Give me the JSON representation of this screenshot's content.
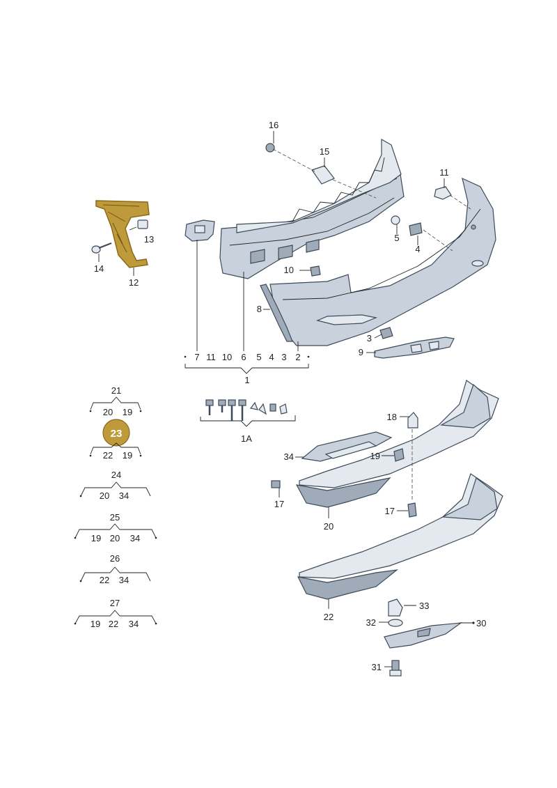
{
  "colors": {
    "highlight_fill": "#bf9a3a",
    "highlight_stroke": "#8a6a1a",
    "part_fill": "#c9d2dc",
    "part_outline": "#3c4a58"
  },
  "callouts": {
    "c1": "1",
    "c1A": "1A",
    "c2": "2",
    "c3a": "3",
    "c3b": "3",
    "c4a": "4",
    "c4b": "4",
    "c5a": "5",
    "c5b": "5",
    "c6": "6",
    "c7": "7",
    "c8": "8",
    "c9": "9",
    "c10a": "10",
    "c10b": "10",
    "c11a": "11",
    "c11b": "11",
    "c12": "12",
    "c13": "13",
    "c14": "14",
    "c15": "15",
    "c16": "16",
    "c17a": "17",
    "c17b": "17",
    "c18": "18",
    "c19": "19",
    "c20": "20",
    "c22": "22",
    "c30": "30",
    "c31": "31",
    "c32": "32",
    "c33": "33",
    "c34": "34"
  },
  "legend": {
    "g21": {
      "title": "21",
      "a": "20",
      "b": "19"
    },
    "g23": {
      "title": "23",
      "a": "22",
      "b": "19"
    },
    "g24": {
      "title": "24",
      "a": "20",
      "b": "34"
    },
    "g25": {
      "title": "25",
      "a": "19",
      "b": "20",
      "c": "34"
    },
    "g26": {
      "title": "26",
      "a": "22",
      "b": "34"
    },
    "g27": {
      "title": "27",
      "a": "19",
      "b": "22",
      "c": "34"
    }
  }
}
